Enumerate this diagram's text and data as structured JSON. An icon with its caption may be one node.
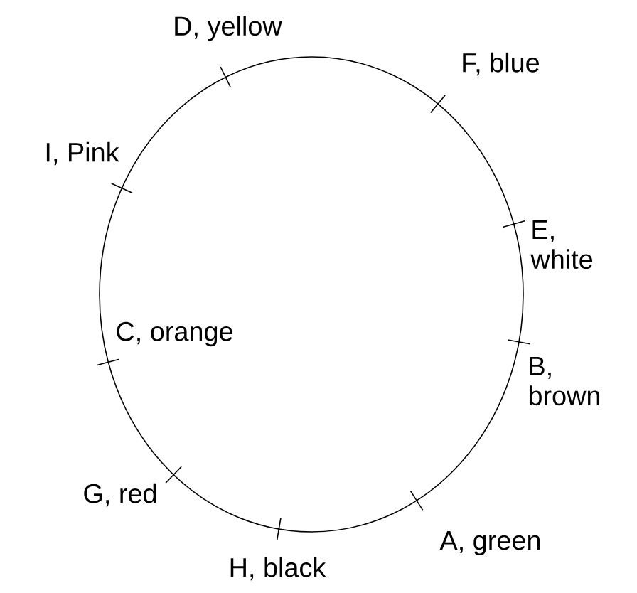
{
  "diagram": {
    "labels": [
      "D, yellow",
      "F, blue",
      "I, Pink",
      "E, white",
      "C, orange",
      "B, brown",
      "G, red",
      "A, green",
      "H, black"
    ]
  }
}
